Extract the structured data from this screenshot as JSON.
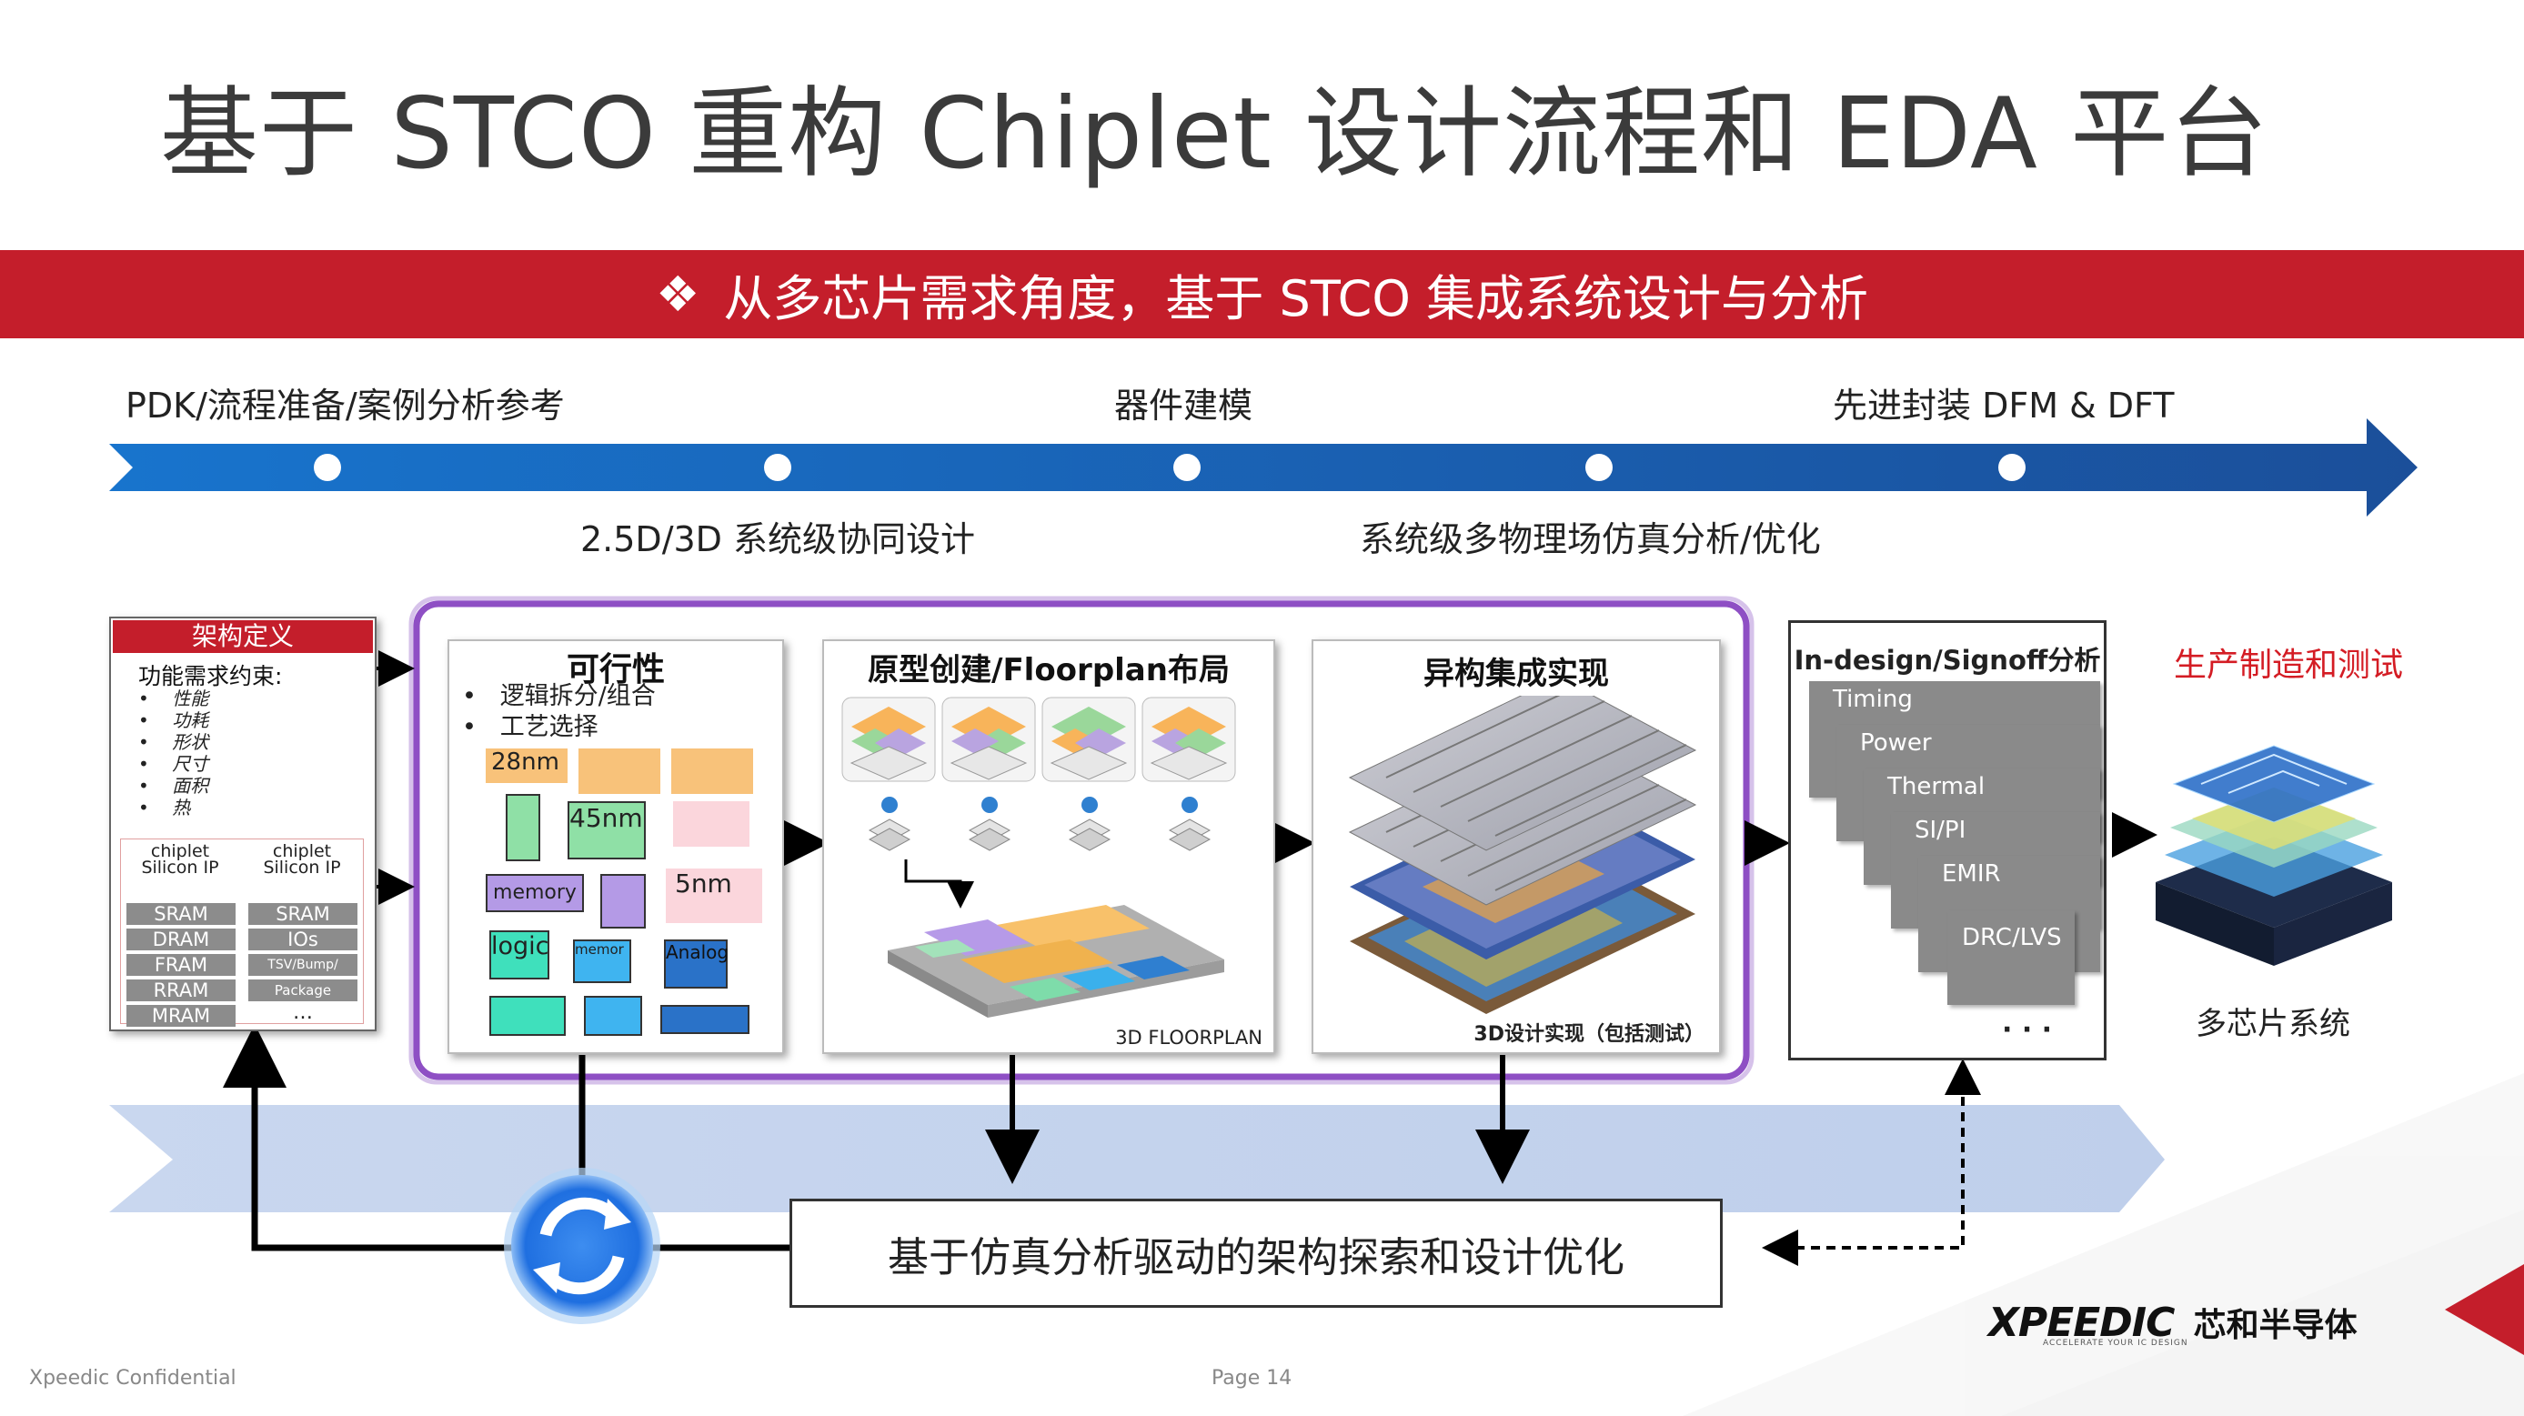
{
  "title": "基于 STCO 重构 Chiplet 设计流程和 EDA 平台",
  "banner": {
    "bullet": "❖",
    "text": "从多芯片需求角度，基于 STCO 集成系统设计与分析"
  },
  "timeline": {
    "top_labels": [
      "PDK/流程准备/案例分析参考",
      "器件建模",
      "先进封装 DFM & DFT"
    ],
    "bottom_labels": [
      "2.5D/3D 系统级协同设计",
      "系统级多物理场仿真分析/优化"
    ]
  },
  "arch": {
    "header": "架构定义",
    "req_title": "功能需求约束:",
    "req_items": [
      "性能",
      "功耗",
      "形状",
      "尺寸",
      "面积",
      "热",
      "…"
    ],
    "left_col": [
      "chiplet Silicon IP",
      "SRAM",
      "DRAM",
      "FRAM",
      "RRAM",
      "MRAM"
    ],
    "right_col": [
      "chiplet Silicon IP",
      "SRAM",
      "IOs",
      "TSV/Bump/",
      "Package",
      "…"
    ]
  },
  "feasibility": {
    "title": "可行性",
    "bullets": [
      "逻辑拆分/组合",
      "工艺选择"
    ],
    "labels": {
      "n28": "28nm",
      "n45": "45nm",
      "n5": "5nm",
      "memory": "memory",
      "logic": "logic",
      "memor": "memor",
      "analog": "Analog"
    }
  },
  "prototype": {
    "title": "原型创建/Floorplan布局",
    "caption": "3D FLOORPLAN"
  },
  "hetero": {
    "title": "异构集成实现",
    "caption": "3D设计实现（包括测试）"
  },
  "signoff": {
    "title": "In-design/Signoff分析",
    "items": [
      "Timing",
      "Power",
      "Thermal",
      "SI/PI",
      "EMIR",
      "DRC/LVS"
    ],
    "more": "· · ·"
  },
  "manufacture": {
    "title": "生产制造和测试",
    "caption": "多芯片系统"
  },
  "optimize": {
    "text": "基于仿真分析驱动的架构探索和设计优化"
  },
  "logo": {
    "brand": "XPEEDIC",
    "tagline": "ACCELERATE YOUR IC DESIGN",
    "cn": "芯和半导体"
  },
  "footer": {
    "confidential": "Xpeedic Confidential",
    "page": "Page  14"
  },
  "colors": {
    "red": "#c41e2b",
    "blue": "#1e5fb4",
    "purple": "#8e4fc4",
    "light_blue": "#c5d4ee"
  }
}
